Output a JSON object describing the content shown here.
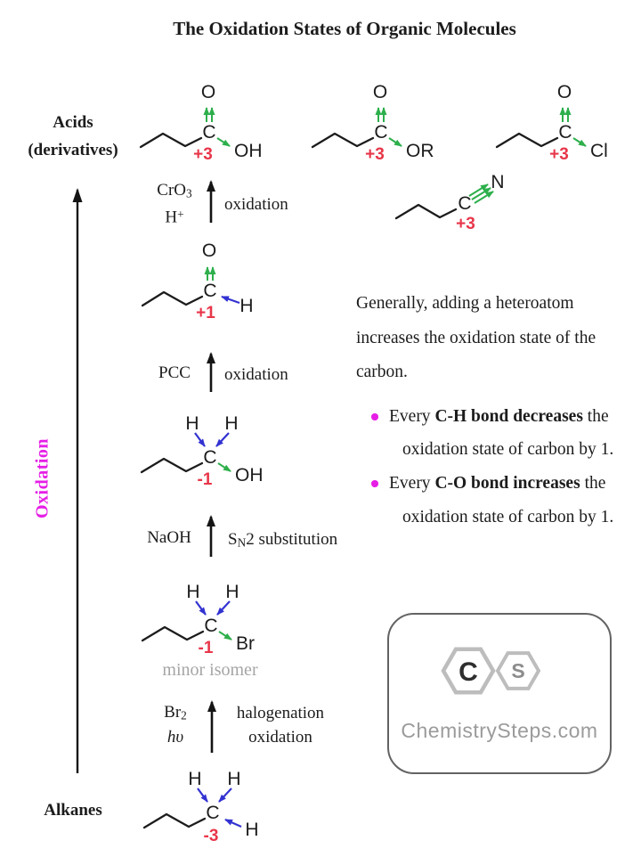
{
  "title": "The Oxidation States of Organic Molecules",
  "colors": {
    "green": "#2daf4b",
    "blue": "#3232d2",
    "red": "#e8364a",
    "magenta": "#e61ee6"
  },
  "scale": {
    "acids_line1": "Acids",
    "acids_line2": "(derivatives)",
    "alkanes": "Alkanes",
    "oxidation": "Oxidation"
  },
  "steps": {
    "step1": {
      "reagent_main": "CrO",
      "reagent_sub": "3",
      "reagent2_main": "H",
      "reagent2_sup": "+",
      "label": "oxidation"
    },
    "step2": {
      "reagent": "PCC",
      "label": "oxidation"
    },
    "step3": {
      "reagent": "NaOH",
      "label_pre": "S",
      "label_sub": "N",
      "label_post": "2 substitution"
    },
    "step4": {
      "reagent_main": "Br",
      "reagent_sub": "2",
      "reagent2": "hυ",
      "label_line1": "halogenation",
      "label_line2": "oxidation"
    }
  },
  "molecules": {
    "acid": {
      "o": "O",
      "c": "C",
      "group": "OH",
      "ox": "+3"
    },
    "ester": {
      "o": "O",
      "c": "C",
      "group": "OR",
      "ox": "+3"
    },
    "acyl_chloride": {
      "o": "O",
      "c": "C",
      "group": "Cl",
      "ox": "+3"
    },
    "nitrile": {
      "c": "C",
      "n": "N",
      "ox": "+3"
    },
    "aldehyde": {
      "o": "O",
      "c": "C",
      "h": "H",
      "ox": "+1"
    },
    "alcohol": {
      "c": "C",
      "h1": "H",
      "h2": "H",
      "group": "OH",
      "ox": "-1"
    },
    "bromide": {
      "c": "C",
      "h1": "H",
      "h2": "H",
      "group": "Br",
      "ox": "-1",
      "note": "minor isomer"
    },
    "alkane": {
      "c": "C",
      "h1": "H",
      "h2": "H",
      "h3": "H",
      "ox": "-3"
    }
  },
  "notes": {
    "para_line1": "Generally, adding a heteroatom",
    "para_line2": "increases the oxidation state of the",
    "para_line3": "carbon.",
    "bullet1_pre": "Every ",
    "bullet1_bold": "C-H bond decreases",
    "bullet1_post": " the",
    "bullet1_line2": "oxidation state of carbon by 1.",
    "bullet2_pre": "Every ",
    "bullet2_bold": "C-O bond increases",
    "bullet2_post": " the",
    "bullet2_line2": "oxidation state of carbon by 1."
  },
  "logo": {
    "hex1": "C",
    "hex2": "S",
    "site": "ChemistrySteps.com"
  }
}
